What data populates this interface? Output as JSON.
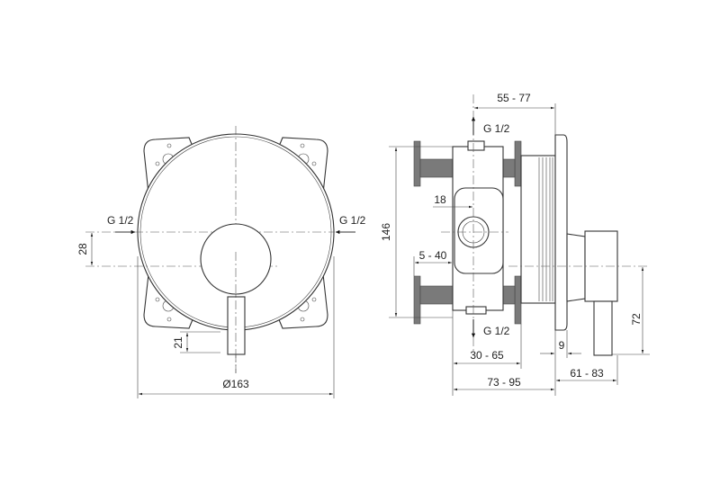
{
  "front_view": {
    "inlet_left": "G 1/2",
    "inlet_right": "G 1/2",
    "dim_offset": "28",
    "dim_lever": "21",
    "dim_diameter": "Ø163"
  },
  "side_view": {
    "outlet_top": "G 1/2",
    "outlet_bottom": "G 1/2",
    "dim_depth_top": "55 - 77",
    "dim_height": "146",
    "dim_center": "18",
    "dim_wall": "5 - 40",
    "dim_body": "30 - 65",
    "dim_total": "73 - 95",
    "dim_plate": "9",
    "dim_handle": "61 - 83",
    "dim_handle_height": "72"
  }
}
